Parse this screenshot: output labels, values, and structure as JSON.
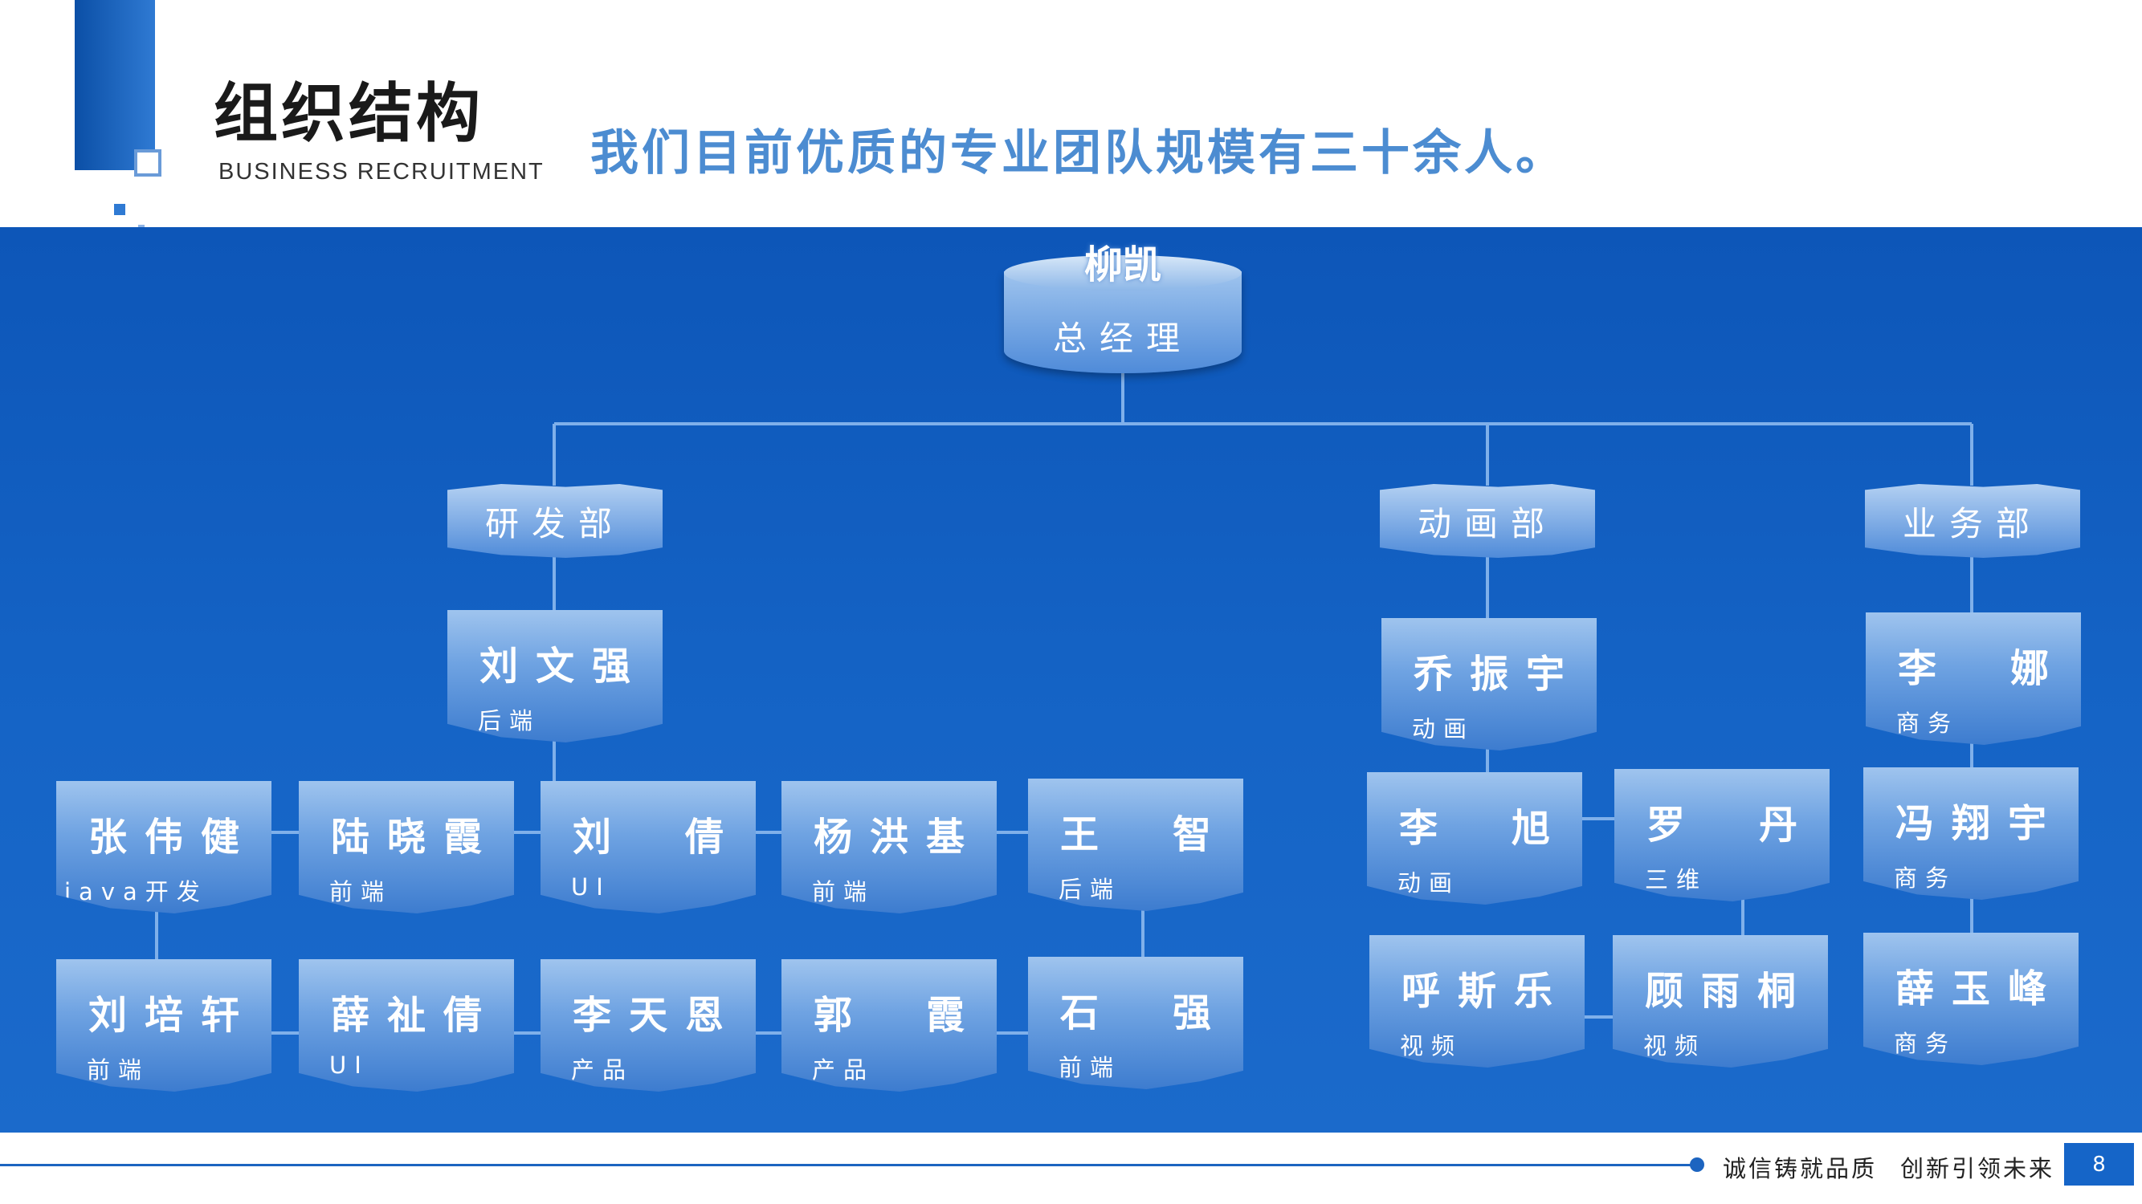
{
  "header": {
    "title": "组织结构",
    "subtitle": "BUSINESS RECRUITMENT",
    "headline": "我们目前优质的专业团队规模有三十余人。"
  },
  "org": {
    "ceo": {
      "name": "柳凯",
      "title": "总经理"
    },
    "departments": [
      {
        "name": "研发部"
      },
      {
        "name": "动画部"
      },
      {
        "name": "业务部"
      }
    ],
    "people": [
      {
        "name": "刘文强",
        "role": "后端"
      },
      {
        "name": "张伟健",
        "role": "java开发"
      },
      {
        "name": "陆晓霞",
        "role": "前端"
      },
      {
        "name": "刘倩",
        "role": "UI"
      },
      {
        "name": "杨洪基",
        "role": "前端"
      },
      {
        "name": "王智",
        "role": "后端"
      },
      {
        "name": "刘培轩",
        "role": "前端"
      },
      {
        "name": "薛祉倩",
        "role": "UI"
      },
      {
        "name": "李天恩",
        "role": "产品"
      },
      {
        "name": "郭霞",
        "role": "产品"
      },
      {
        "name": "石强",
        "role": "前端"
      },
      {
        "name": "乔振宇",
        "role": "动画"
      },
      {
        "name": "李旭",
        "role": "动画"
      },
      {
        "name": "罗丹",
        "role": "三维"
      },
      {
        "name": "呼斯乐",
        "role": "视频"
      },
      {
        "name": "顾雨桐",
        "role": "视频"
      },
      {
        "name": "李娜",
        "role": "商务"
      },
      {
        "name": "冯翔宇",
        "role": "商务"
      },
      {
        "name": "薛玉峰",
        "role": "商务"
      }
    ]
  },
  "footer": {
    "slogan_left": "诚信铸就品质",
    "slogan_right": "创新引领未来",
    "page_number": "8"
  },
  "colors": {
    "band": "#1564c6",
    "headline": "#4c8cd1",
    "line": "#7fb0ea"
  }
}
